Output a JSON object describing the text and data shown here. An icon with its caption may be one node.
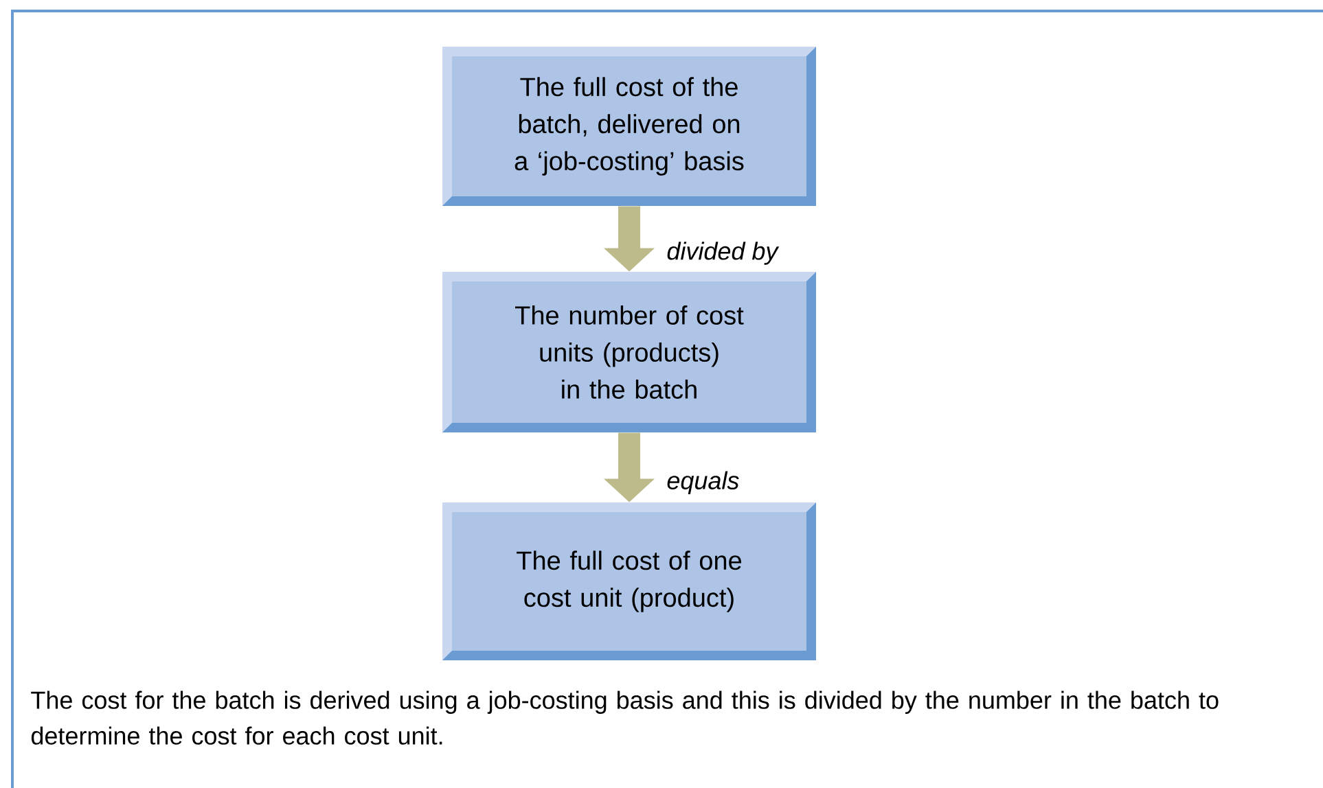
{
  "diagram": {
    "caption": "The cost for the batch is derived using a job-costing basis and this is divided by the number in the batch to determine the cost for each cost unit.",
    "nodes": [
      {
        "text": [
          "The full cost of the batch, delivered on a ‘job-costing’ basis"
        ]
      },
      {
        "text": [
          "The number of cost units (products) in the batch"
        ]
      },
      {
        "text": [
          "The full cost of one cost unit (product)"
        ]
      }
    ],
    "edges": [
      {
        "from": 0,
        "to": 1,
        "arrow": "to",
        "label": "divided by"
      },
      {
        "from": 1,
        "to": 2,
        "arrow": "to",
        "label": "equals"
      }
    ]
  }
}
